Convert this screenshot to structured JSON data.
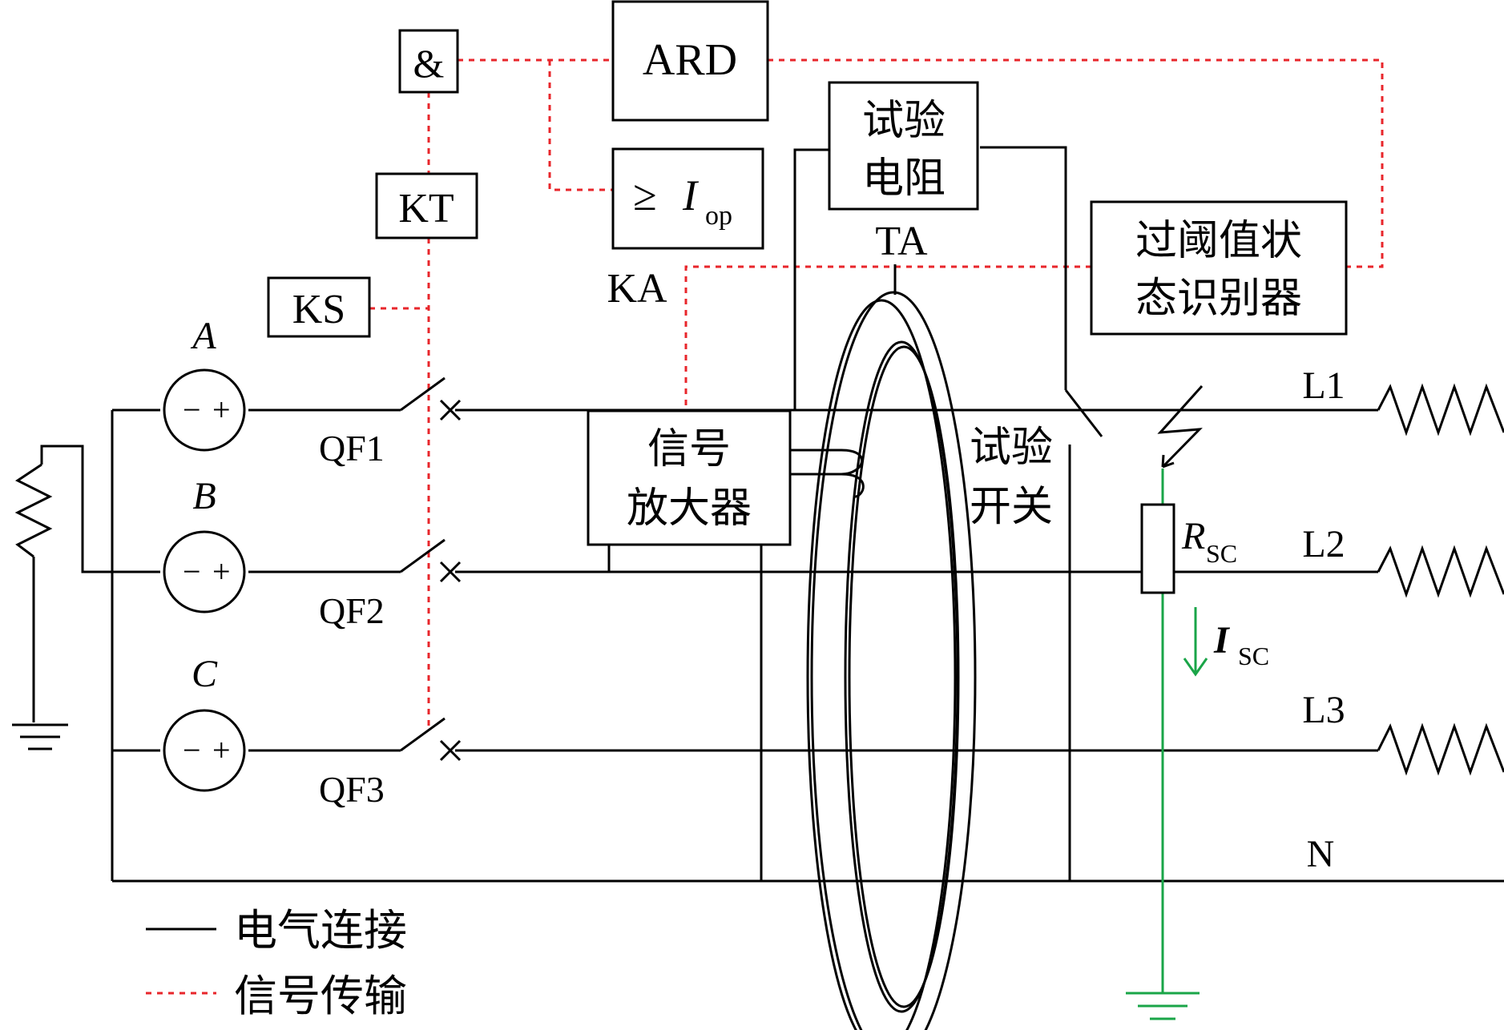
{
  "labels": {
    "and_gate": "&",
    "ard": "ARD",
    "kt": "KT",
    "ks": "KS",
    "ka": "KA",
    "current_relay_symbol": "≥",
    "current_relay_var": "I",
    "current_relay_sub": "op",
    "test_resistor_l1": "试验",
    "test_resistor_l2": "电阻",
    "ta": "TA",
    "threshold_l1": "过阈值状",
    "threshold_l2": "态识别器",
    "amplifier_l1": "信号",
    "amplifier_l2": "放大器",
    "test_switch_l1": "试验",
    "test_switch_l2": "开关",
    "source_a": "A",
    "source_b": "B",
    "source_c": "C",
    "source_minus": "−",
    "source_plus": "+",
    "qf1": "QF1",
    "qf2": "QF2",
    "qf3": "QF3",
    "l1": "L1",
    "l2": "L2",
    "l3": "L3",
    "n": "N",
    "rsc_var": "R",
    "rsc_sub": "SC",
    "isc_var": "I",
    "isc_sub": "SC"
  },
  "legend": {
    "electrical": "电气连接",
    "signal": "信号传输"
  },
  "colors": {
    "wire": "#000000",
    "signal": "#e8262b",
    "fault_path": "#1aa548"
  }
}
